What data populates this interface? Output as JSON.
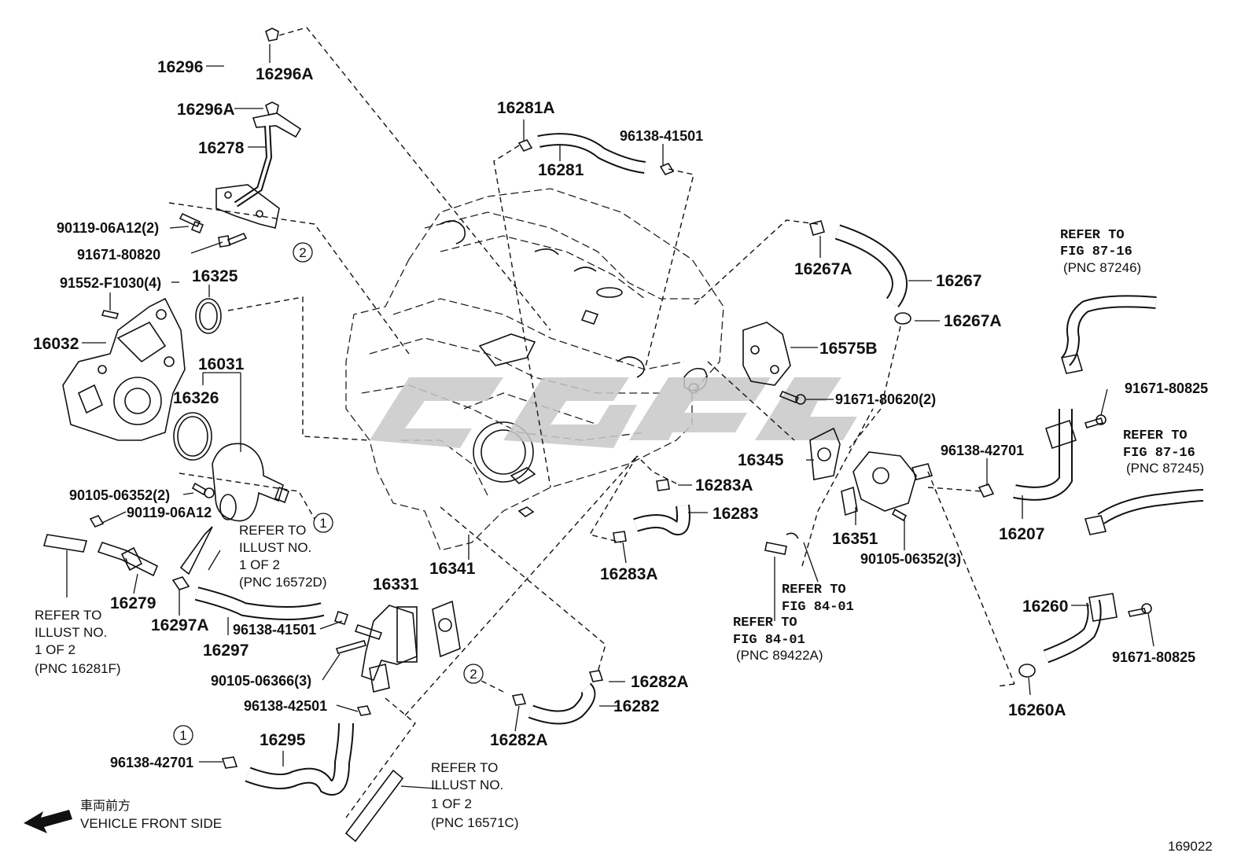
{
  "diagram": {
    "figure_number": "169022",
    "direction": {
      "japanese": "車両前方",
      "english": "VEHICLE FRONT SIDE"
    },
    "refs": [
      "1",
      "2"
    ],
    "labels": {
      "p16296": "16296",
      "p16296A_top": "16296A",
      "p16296A_mid": "16296A",
      "p16278": "16278",
      "p90119_06A12_2": "90119-06A12(2)",
      "p91671_80820": "91671-80820",
      "p91552_F1030_4": "91552-F1030(4)",
      "p16325": "16325",
      "p16032": "16032",
      "p16031": "16031",
      "p16326": "16326",
      "p90105_06352_2": "90105-06352(2)",
      "p90119_06A12": "90119-06A12",
      "p16279": "16279",
      "p16297A": "16297A",
      "p16297": "16297",
      "p96138_41501_b": "96138-41501",
      "p16331": "16331",
      "p90105_06366_3": "90105-06366(3)",
      "p96138_42501": "96138-42501",
      "p16295": "16295",
      "p96138_42701_l": "96138-42701",
      "p16281A": "16281A",
      "p16281": "16281",
      "p96138_41501_t": "96138-41501",
      "p16341": "16341",
      "p16283A_top": "16283A",
      "p16283": "16283",
      "p16283A_bot": "16283A",
      "p16282A_top": "16282A",
      "p16282": "16282",
      "p16282A_bot": "16282A",
      "p16267A_top": "16267A",
      "p16267": "16267",
      "p16267A_mid": "16267A",
      "p16575B": "16575B",
      "p91671_80620_2": "91671-80620(2)",
      "p16345": "16345",
      "p16351": "16351",
      "p90105_06352_3": "90105-06352(3)",
      "p96138_42701_r": "96138-42701",
      "p16207": "16207",
      "p91671_80825_a": "91671-80825",
      "p16260": "16260",
      "p91671_80825_b": "91671-80825",
      "p16260A": "16260A"
    },
    "notes": {
      "refer_illust_16572D": [
        "REFER TO",
        "ILLUST NO.",
        "1 OF 2",
        "(PNC 16572D)"
      ],
      "refer_illust_16281F": [
        "REFER TO",
        "ILLUST NO.",
        "1 OF 2",
        "(PNC 16281F)"
      ],
      "refer_illust_16571C": [
        "REFER TO",
        "ILLUST NO.",
        "1 OF 2",
        "(PNC 16571C)"
      ],
      "refer_fig_87246": [
        "REFER TO",
        "FIG 87-16",
        "(PNC 87246)"
      ],
      "refer_fig_87245": [
        "REFER TO",
        "FIG 87-16",
        "(PNC 87245)"
      ],
      "refer_fig_84_01_a": [
        "REFER TO",
        "FIG 84-01"
      ],
      "refer_fig_84_01_b": [
        "REFER TO",
        "FIG 84-01",
        "(PNC 89422A)"
      ]
    }
  }
}
